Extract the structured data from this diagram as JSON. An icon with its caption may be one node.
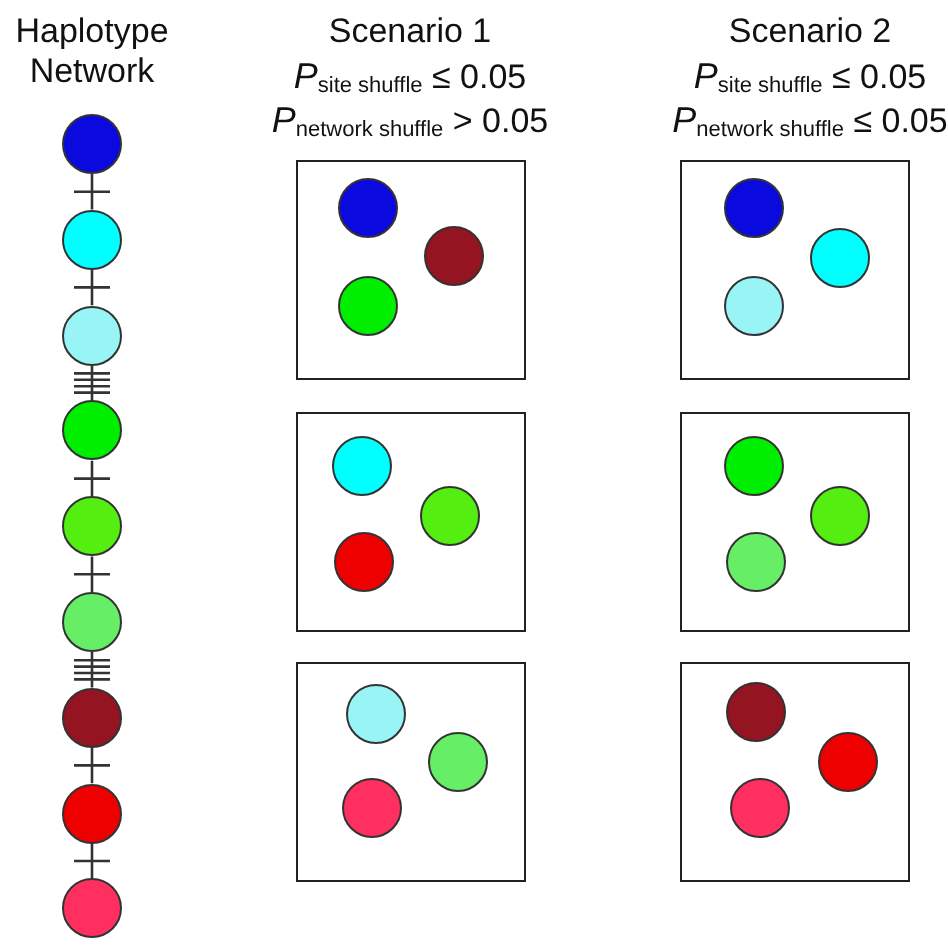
{
  "diagram": {
    "nodes": [
      {
        "text": [],
        "shape": "circle"
      },
      {
        "text": [],
        "shape": "circle"
      },
      {
        "text": [],
        "shape": "circle"
      },
      {
        "text": [],
        "shape": "circle"
      },
      {
        "text": [],
        "shape": "circle"
      },
      {
        "text": [],
        "shape": "circle"
      },
      {
        "text": [],
        "shape": "circle"
      },
      {
        "text": [],
        "shape": "circle"
      },
      {
        "text": [],
        "shape": "circle"
      },
      {
        "text": [],
        "shape": "box"
      },
      {
        "text": [],
        "shape": "circle",
        "in": 9
      },
      {
        "text": [],
        "shape": "circle",
        "in": 9
      },
      {
        "text": [],
        "shape": "circle",
        "in": 9
      },
      {
        "text": [],
        "shape": "box"
      },
      {
        "text": [],
        "shape": "circle",
        "in": 13
      },
      {
        "text": [],
        "shape": "circle",
        "in": 13
      },
      {
        "text": [],
        "shape": "circle",
        "in": 13
      },
      {
        "text": [],
        "shape": "box"
      },
      {
        "text": [],
        "shape": "circle",
        "in": 17
      },
      {
        "text": [],
        "shape": "circle",
        "in": 17
      },
      {
        "text": [],
        "shape": "circle",
        "in": 17
      },
      {
        "text": [],
        "shape": "box"
      },
      {
        "text": [],
        "shape": "circle",
        "in": 21
      },
      {
        "text": [],
        "shape": "circle",
        "in": 21
      },
      {
        "text": [],
        "shape": "circle",
        "in": 21
      },
      {
        "text": [],
        "shape": "box"
      },
      {
        "text": [],
        "shape": "circle",
        "in": 25
      },
      {
        "text": [],
        "shape": "circle",
        "in": 25
      },
      {
        "text": [],
        "shape": "circle",
        "in": 25
      },
      {
        "text": [],
        "shape": "box"
      },
      {
        "text": [],
        "shape": "circle",
        "in": 29
      },
      {
        "text": [],
        "shape": "circle",
        "in": 29
      },
      {
        "text": [],
        "shape": "circle",
        "in": 29
      }
    ],
    "edges": [
      {
        "from": 0,
        "to": 1,
        "arrow": "none"
      },
      {
        "from": 1,
        "to": 2,
        "arrow": "none"
      },
      {
        "from": 2,
        "to": 3,
        "arrow": "none"
      },
      {
        "from": 3,
        "to": 4,
        "arrow": "none"
      },
      {
        "from": 4,
        "to": 5,
        "arrow": "none"
      },
      {
        "from": 5,
        "to": 6,
        "arrow": "none"
      },
      {
        "from": 6,
        "to": 7,
        "arrow": "none"
      },
      {
        "from": 7,
        "to": 8,
        "arrow": "none"
      }
    ],
    "labels": [
      "Haplotype Network",
      "Scenario 1",
      "Scenario 2",
      "*P*$_{site shuffle}$ ≤ 0.05",
      "*P*$_{site shuffle}$ ≤ 0.05",
      "*P*$_{network shuffle}$ > 0.05",
      "*P*$_{network shuffle}$ ≤ 0.05"
    ]
  }
}
